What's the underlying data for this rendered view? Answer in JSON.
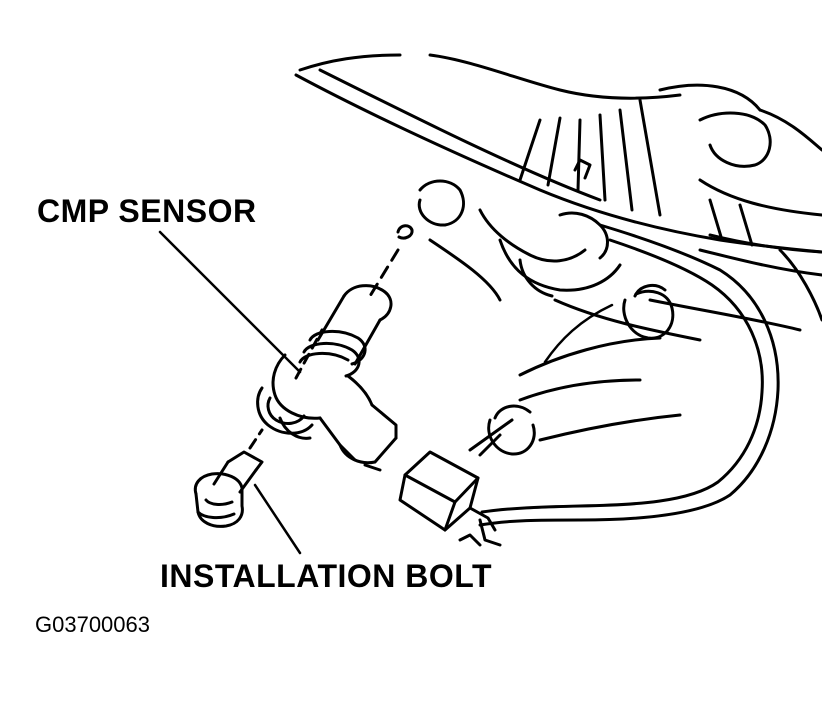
{
  "labels": {
    "cmp_sensor": "CMP SENSOR",
    "installation_bolt": "INSTALLATION BOLT",
    "figure_code": "G03700063"
  },
  "colors": {
    "ink": "#000000",
    "paper": "#ffffff"
  }
}
